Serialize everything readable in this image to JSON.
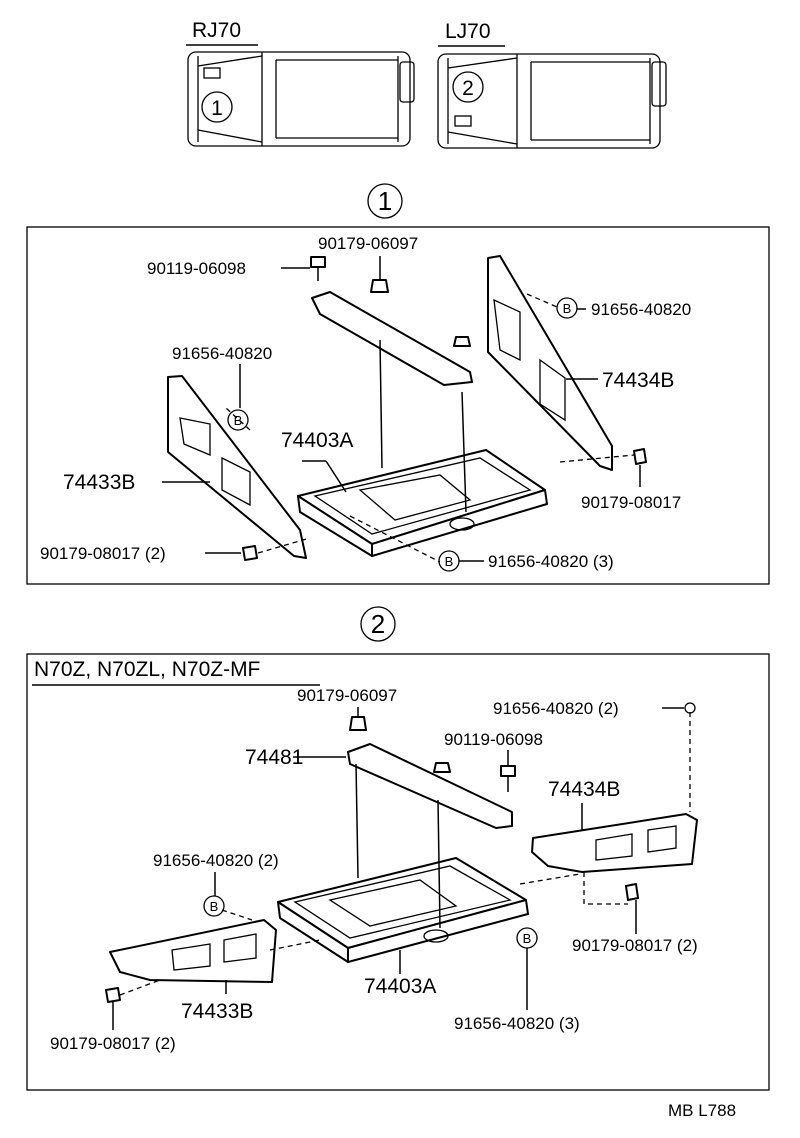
{
  "header": {
    "model_left": "RJ70",
    "model_right": "LJ70",
    "left_marker": "1",
    "right_marker": "2"
  },
  "section1": {
    "marker": "1",
    "callouts": {
      "bolt_top": "90119-06098",
      "nut_top": "90179-06097",
      "clamp_right": "91656-40820",
      "clamp_left": "91656-40820",
      "bracket_right": "74434B",
      "tray": "74403A",
      "bracket_left": "74433B",
      "nut_right": "90179-08017",
      "nut_left": "90179-08017 (2)",
      "clamp_bottom": "91656-40820 (3)"
    },
    "clamp_symbol": "B"
  },
  "section2": {
    "marker": "2",
    "battery_types": "N70Z, N70ZL, N70Z-MF",
    "callouts": {
      "nut_top": "90179-06097",
      "clamp_top": "91656-40820 (2)",
      "hold_down": "74481",
      "bolt": "90119-06098",
      "bracket_right": "74434B",
      "clamp_left": "91656-40820 (2)",
      "nut_right": "90179-08017 (2)",
      "bracket_left": "74433B",
      "tray": "74403A",
      "clamp_bottom": "91656-40820 (3)",
      "nut_left": "90179-08017 (2)"
    },
    "clamp_symbol": "B"
  },
  "footer": {
    "code": "MB L788"
  }
}
